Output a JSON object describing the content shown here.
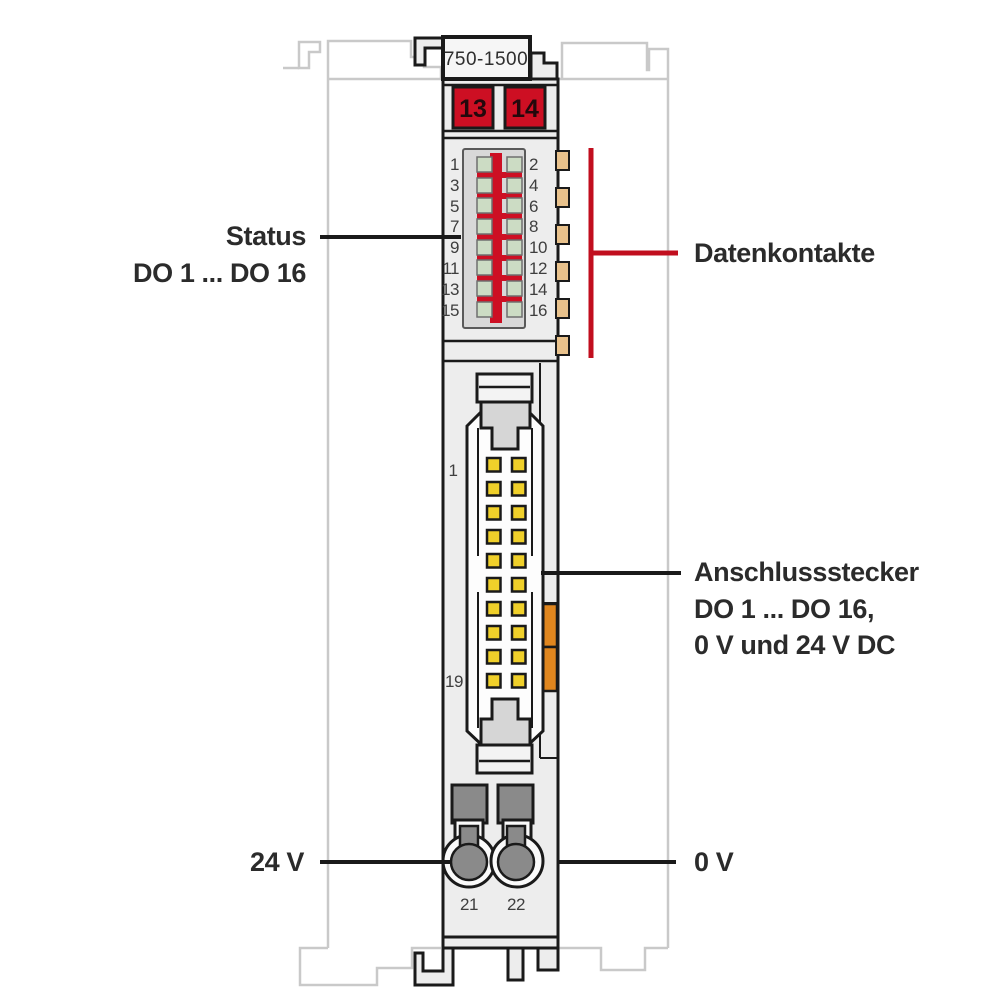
{
  "diagram": {
    "module": {
      "part_number": "750-1500",
      "power_jumper_labels": [
        "13",
        "14"
      ],
      "led_numbers_left": [
        "1",
        "3",
        "5",
        "7",
        "9",
        "11",
        "13",
        "15"
      ],
      "led_numbers_right": [
        "2",
        "4",
        "6",
        "8",
        "10",
        "12",
        "14",
        "16"
      ],
      "connector_first_pin": "1",
      "connector_last_pin": "19",
      "terminal_labels": [
        "21",
        "22"
      ]
    },
    "callouts": {
      "status_line1": "Status",
      "status_line2": "DO 1 ... DO 16",
      "data_contacts": "Datenkontakte",
      "connector_line1": "Anschlussstecker",
      "connector_line2": "DO 1 ... DO 16,",
      "connector_line3": "0 V und 24 V DC",
      "supply_24v": "24 V",
      "supply_0v": "0 V"
    },
    "colors": {
      "module_red": "#cd0f23",
      "callout_red": "#c10e1e",
      "led_green": "#ccdcc4",
      "contact_tan": "#e9c28c",
      "pin_yellow": "#f0d02a",
      "latch_orange": "#e0861e",
      "body_fill": "#ededed",
      "outline_black": "#1a1a1a",
      "neighbor_outline": "#c9c9c9"
    }
  }
}
